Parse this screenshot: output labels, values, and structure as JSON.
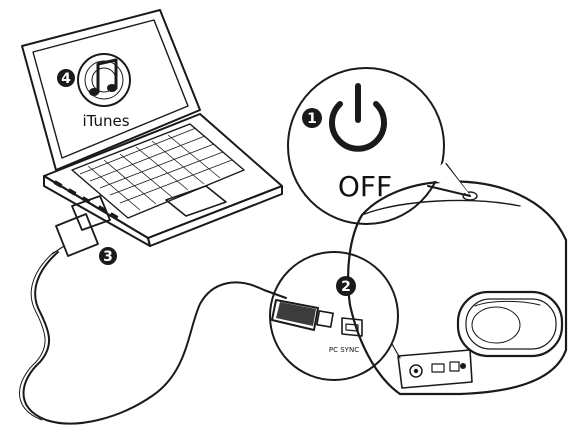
{
  "steps": {
    "step1": {
      "number": "1",
      "label": "OFF"
    },
    "step2": {
      "number": "2",
      "label": "PC SYNC"
    },
    "step3": {
      "number": "3"
    },
    "step4": {
      "number": "4",
      "label": "iTunes"
    }
  },
  "icons": {
    "power": "power-icon",
    "itunes": "itunes-music-note-icon"
  },
  "colors": {
    "ink": "#1a1a1a",
    "background": "#ffffff"
  }
}
